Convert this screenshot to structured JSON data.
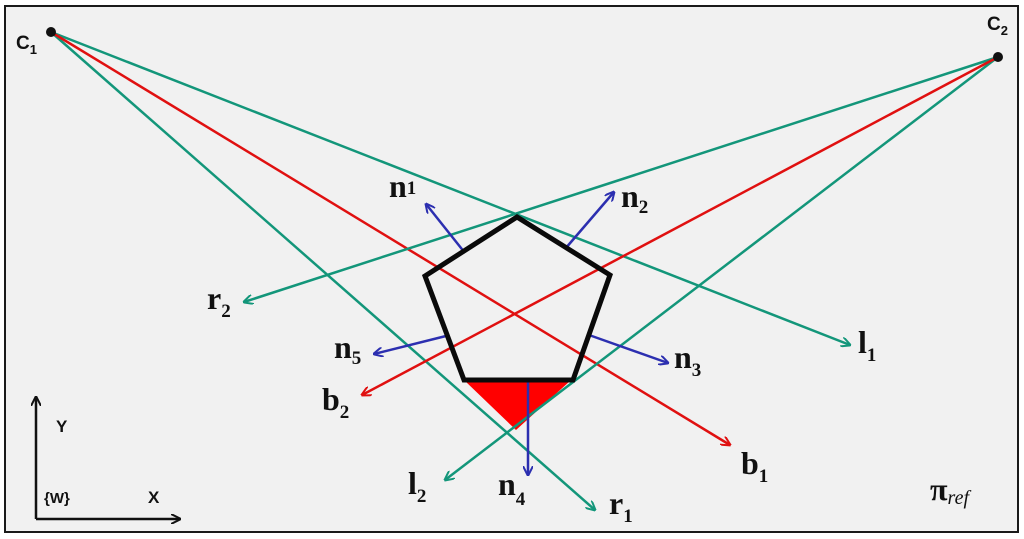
{
  "cameras": [
    {
      "name": "C",
      "sub": "1"
    },
    {
      "name": "C",
      "sub": "2"
    }
  ],
  "rays": [
    {
      "name": "l",
      "sub": "1"
    },
    {
      "name": "r",
      "sub": "1"
    },
    {
      "name": "b",
      "sub": "1"
    },
    {
      "name": "l",
      "sub": "2"
    },
    {
      "name": "r",
      "sub": "2"
    },
    {
      "name": "b",
      "sub": "2"
    }
  ],
  "normals": [
    {
      "name": "n",
      "sub": "1"
    },
    {
      "name": "n",
      "sub": "2"
    },
    {
      "name": "n",
      "sub": "3"
    },
    {
      "name": "n",
      "sub": "4"
    },
    {
      "name": "n",
      "sub": "5"
    }
  ],
  "axes": {
    "y": "Y",
    "x": "X",
    "frame": "{W}"
  },
  "plane": {
    "symbol": "π",
    "sub": "ref"
  },
  "colors": {
    "green": "#13967a",
    "red": "#e01010",
    "blue": "#2c2fb0",
    "shape": "#0a0a0a",
    "occluded": "#ff0000"
  }
}
